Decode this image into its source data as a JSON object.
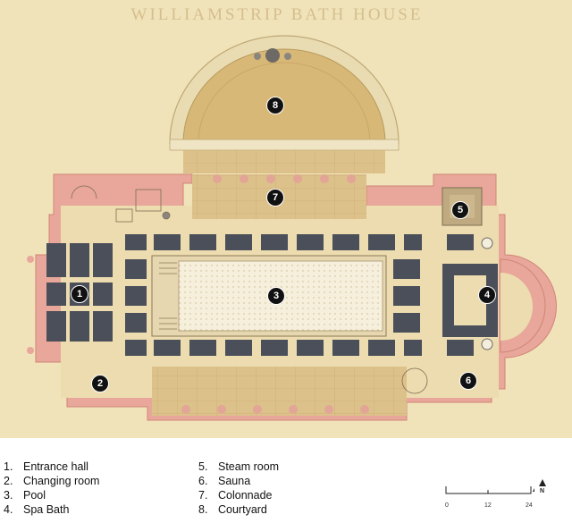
{
  "title": "WILLIAMSTRIP BATH HOUSE",
  "colors": {
    "paper": "#f1e3b9",
    "wall": "#e8a79a",
    "wall_dark": "#d98c80",
    "pool_fill": "#f4edd8",
    "floor": "#dcc18a",
    "column_block": "#4a4f59",
    "courtyard": "#d8b876"
  },
  "markers": [
    {
      "number": "1",
      "room": "Entrance hall"
    },
    {
      "number": "2",
      "room": "Changing room"
    },
    {
      "number": "3",
      "room": "Pool"
    },
    {
      "number": "4",
      "room": "Spa Bath"
    },
    {
      "number": "5",
      "room": "Steam room"
    },
    {
      "number": "6",
      "room": "Sauna"
    },
    {
      "number": "7",
      "room": "Colonnade"
    },
    {
      "number": "8",
      "room": "Courtyard"
    }
  ],
  "legend_left": [
    {
      "num": "1.",
      "label": "Entrance hall"
    },
    {
      "num": "2.",
      "label": "Changing room"
    },
    {
      "num": "3.",
      "label": "Pool"
    },
    {
      "num": "4.",
      "label": "Spa Bath"
    }
  ],
  "legend_right": [
    {
      "num": "5.",
      "label": "Steam room"
    },
    {
      "num": "6.",
      "label": "Sauna"
    },
    {
      "num": "7.",
      "label": "Colonnade"
    },
    {
      "num": "8.",
      "label": "Courtyard"
    }
  ],
  "scale_bar": {
    "ticks": [
      "0",
      "12",
      "24"
    ],
    "north": "N"
  }
}
